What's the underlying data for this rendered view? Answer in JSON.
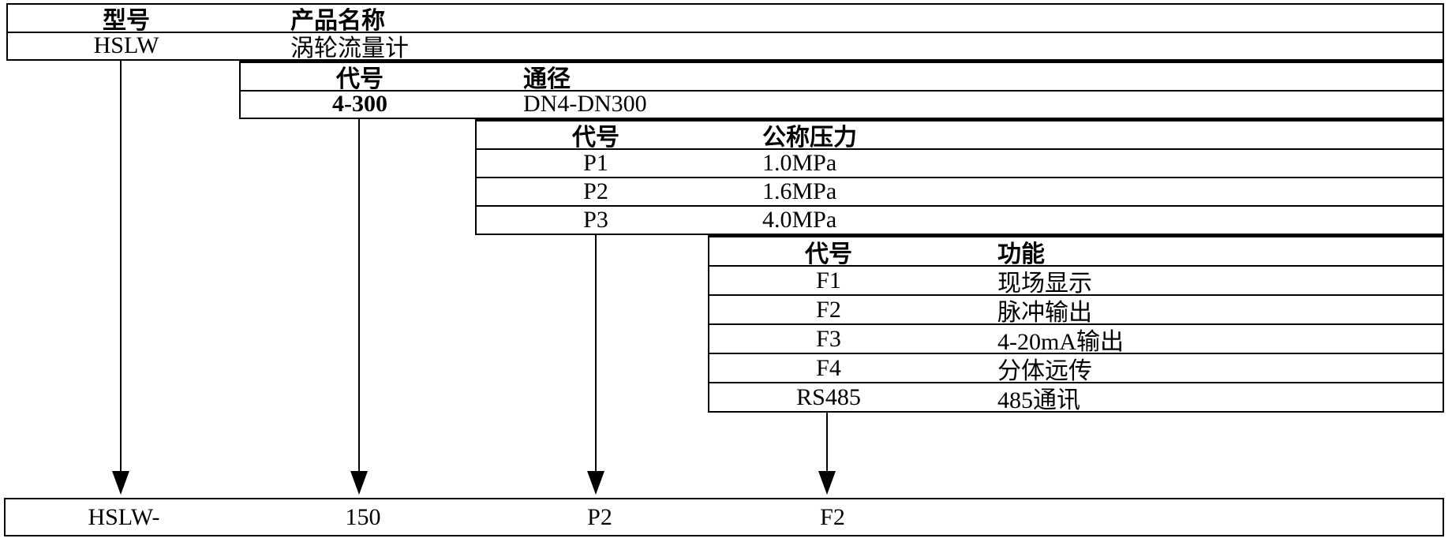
{
  "colors": {
    "line": "#000000",
    "text": "#000000",
    "background": "#ffffff"
  },
  "tables": [
    {
      "id": "model",
      "headers": [
        "型号",
        "产品名称"
      ],
      "rows": [
        [
          "HSLW",
          "涡轮流量计"
        ]
      ]
    },
    {
      "id": "diameter",
      "headers": [
        "代号",
        "通径"
      ],
      "rows": [
        [
          "4-300",
          "DN4-DN300"
        ]
      ]
    },
    {
      "id": "pressure",
      "headers": [
        "代号",
        "公称压力"
      ],
      "rows": [
        [
          "P1",
          "1.0MPa"
        ],
        [
          "P2",
          "1.6MPa"
        ],
        [
          "P3",
          "4.0MPa"
        ]
      ]
    },
    {
      "id": "function",
      "headers": [
        "代号",
        "功能"
      ],
      "rows": [
        [
          "F1",
          "现场显示"
        ],
        [
          "F2",
          "脉冲输出"
        ],
        [
          "F3",
          "4-20mA输出"
        ],
        [
          "F4",
          "分体远传"
        ],
        [
          "RS485",
          "485通讯"
        ]
      ]
    }
  ],
  "result_row": {
    "values": [
      "HSLW-",
      "150",
      "P2",
      "F2"
    ]
  }
}
